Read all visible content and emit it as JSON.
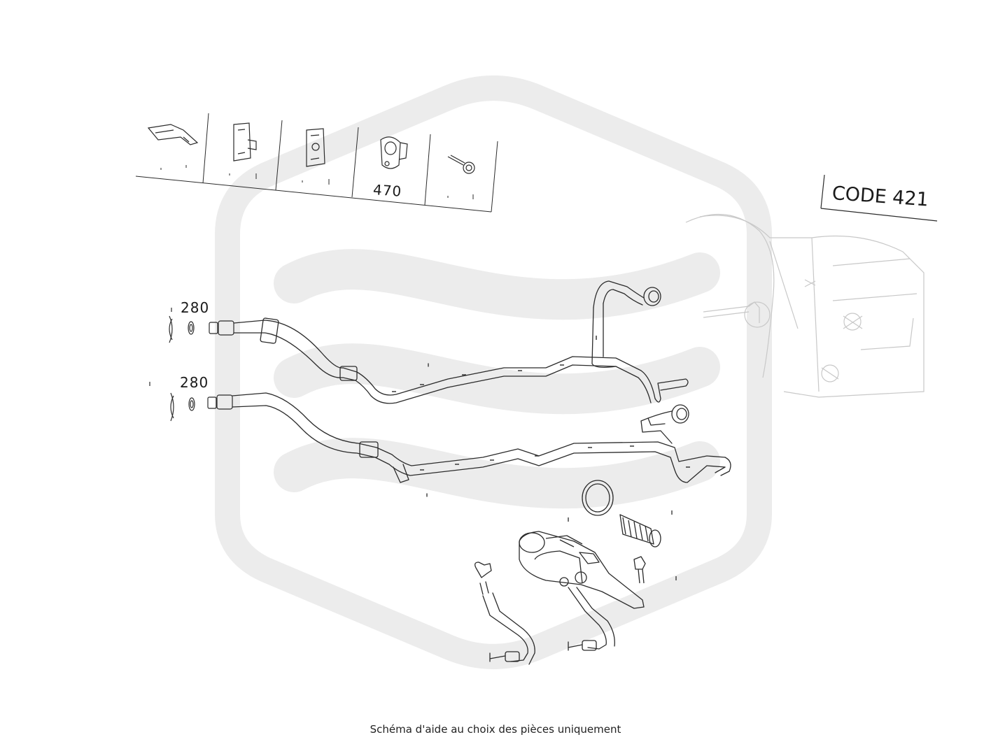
{
  "labels": {
    "code": "CODE 421",
    "part_280_a": "280",
    "part_280_b": "280",
    "part_470": "470"
  },
  "caption": "Schéma d'aide au choix des pièces uniquement",
  "colors": {
    "line": "#2b2b2b",
    "faint_line": "#c8c8c8",
    "watermark": "#ececec"
  }
}
